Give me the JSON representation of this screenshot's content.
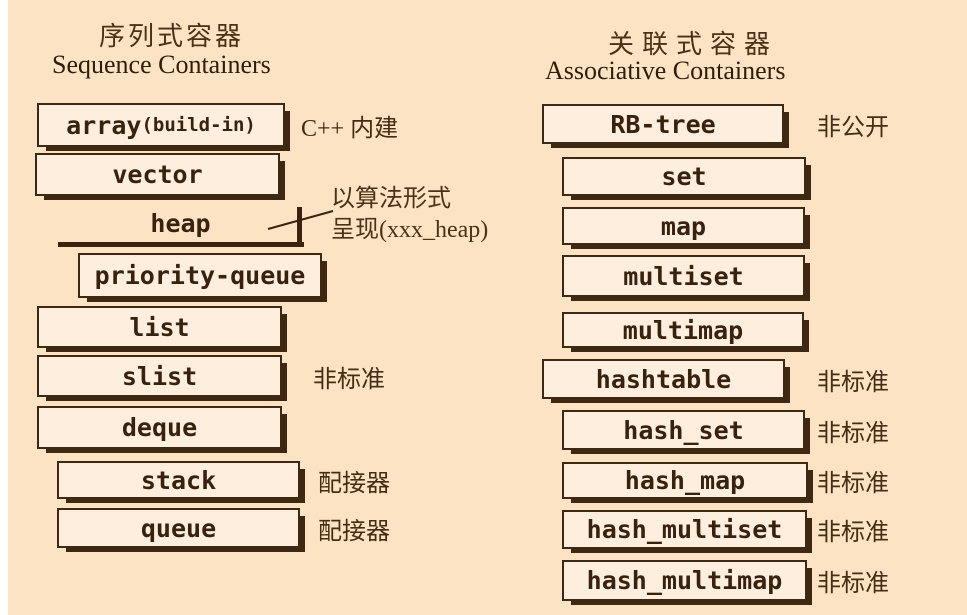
{
  "page": {
    "background": "#fbe3c3",
    "box_fill": "#fdeedd",
    "ink": "#3a2410"
  },
  "left": {
    "title_zh": "序列式容器",
    "title_en": "Sequence Containers",
    "items": [
      {
        "label": "array",
        "label_suffix": "(build-in)",
        "note": "C++ 内建"
      },
      {
        "label": "vector",
        "note": ""
      },
      {
        "label": "heap",
        "note": ""
      },
      {
        "label": "priority-queue",
        "note": ""
      },
      {
        "label": "list",
        "note": ""
      },
      {
        "label": "slist",
        "note": "非标准"
      },
      {
        "label": "deque",
        "note": ""
      },
      {
        "label": "stack",
        "note": "配接器"
      },
      {
        "label": "queue",
        "note": "配接器"
      }
    ],
    "heap_callout": {
      "line1": "以算法形式",
      "line2": "呈现(xxx_heap)"
    }
  },
  "right": {
    "title_zh": "关联式容器",
    "title_en": "Associative Containers",
    "items": [
      {
        "label": "RB-tree",
        "note": "非公开"
      },
      {
        "label": "set",
        "note": ""
      },
      {
        "label": "map",
        "note": ""
      },
      {
        "label": "multiset",
        "note": ""
      },
      {
        "label": "multimap",
        "note": ""
      },
      {
        "label": "hashtable",
        "note": "非标准"
      },
      {
        "label": "hash_set",
        "note": "非标准"
      },
      {
        "label": "hash_map",
        "note": "非标准"
      },
      {
        "label": "hash_multiset",
        "note": "非标准"
      },
      {
        "label": "hash_multimap",
        "note": "非标准"
      }
    ]
  }
}
